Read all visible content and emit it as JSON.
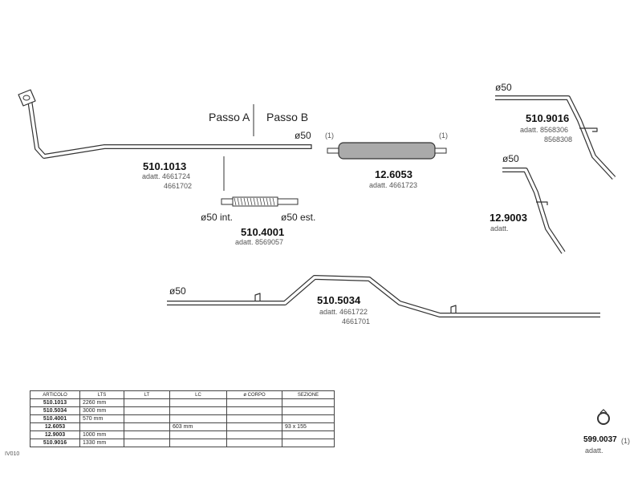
{
  "passo": {
    "a": "Passo A",
    "b": "Passo B"
  },
  "diameters": {
    "d50_main": "ø50",
    "d50_int": "ø50  int.",
    "d50_est": "ø50  est.",
    "d50_long": "ø50",
    "d50_9016": "ø50",
    "d50_9003": "ø50"
  },
  "parts": {
    "p1013": {
      "code": "510.1013",
      "adatt1": "adatt. 4661724",
      "adatt2": "4661702"
    },
    "p4001": {
      "code": "510.4001",
      "adatt1": "adatt. 8569057"
    },
    "p6053": {
      "code": "12.6053",
      "adatt1": "adatt. 4661723",
      "mark_left": "(1)",
      "mark_right": "(1)"
    },
    "p9016": {
      "code": "510.9016",
      "adatt1": "adatt. 8568306",
      "adatt2": "8568308"
    },
    "p9003": {
      "code": "12.9003",
      "adatt1": "adatt."
    },
    "p5034": {
      "code": "510.5034",
      "adatt1": "adatt. 4661722",
      "adatt2": "4661701"
    },
    "p0037": {
      "code": "599.0037",
      "mark": "(1)",
      "adatt1": "adatt."
    }
  },
  "side_label": "IV010",
  "table": {
    "headers": [
      "ARTICOLO",
      "LTS",
      "LT",
      "LC",
      "ø CORPO",
      "SEZIONE"
    ],
    "rows": [
      [
        "510.1013",
        "2260 mm",
        "",
        "",
        "",
        ""
      ],
      [
        "510.5034",
        "3000 mm",
        "",
        "",
        "",
        ""
      ],
      [
        "510.4001",
        "570 mm",
        "",
        "",
        "",
        ""
      ],
      [
        "12.6053",
        "",
        "",
        "603 mm",
        "",
        "93 x 155"
      ],
      [
        "12.9003",
        "1000 mm",
        "",
        "",
        "",
        ""
      ],
      [
        "510.9016",
        "1330 mm",
        "",
        "",
        "",
        ""
      ]
    ]
  }
}
